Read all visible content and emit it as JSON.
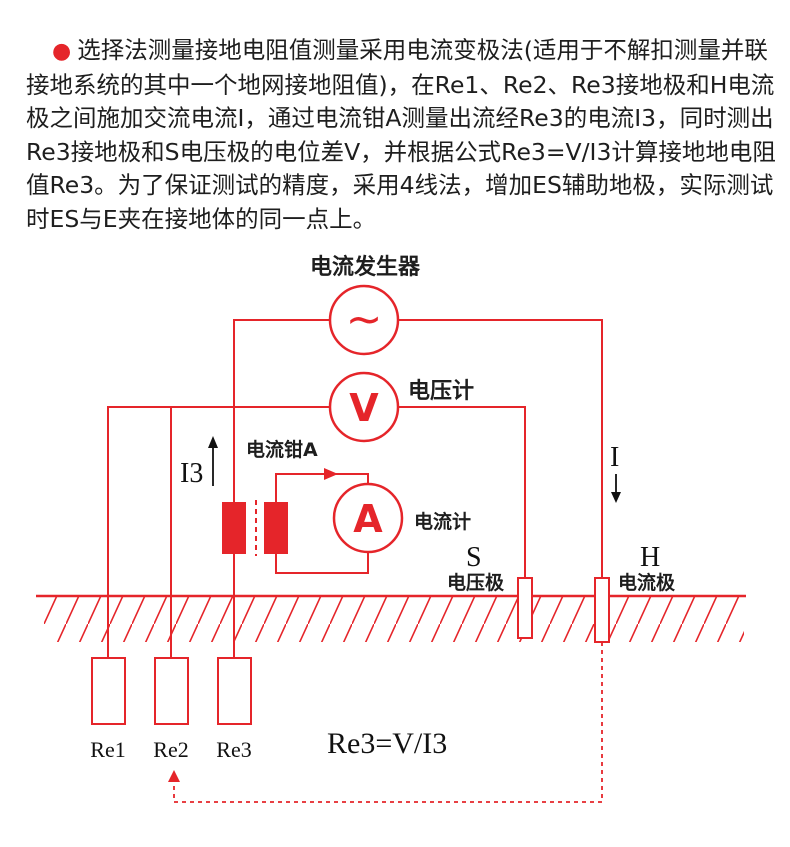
{
  "intro": {
    "bullet": "●",
    "text": "选择法测量接地电阻值测量采用电流变极法(适用于不解扣测量并联接地系统的其中一个地网接地阻值)，在Re1、Re2、Re3接地极和H电流极之间施加交流电流Ⅰ，通过电流钳A测量出流经Re3的电流I3，同时测出Re3接地极和S电压极的电位差V，并根据公式Re3=V/I3计算接地地电阻值Re3。为了保证测试的精度，采用4线法，增加ES辅助地极，实际测试时ES与E夹在接地体的同一点上。"
  },
  "diagram": {
    "generator_label": "电流发生器",
    "generator_symbol": "~",
    "voltmeter_symbol": "V",
    "voltmeter_label": "电压计",
    "clamp_label": "电流钳A",
    "ammeter_symbol": "A",
    "ammeter_label": "电流计",
    "i3_label": "I3",
    "current_label": "I",
    "s_letter": "S",
    "s_label": "电压极",
    "h_letter": "H",
    "h_label": "电流极",
    "electrodes": [
      "Re1",
      "Re2",
      "Re3"
    ],
    "formula": "Re3=V/I3",
    "colors": {
      "wire": "#e5252a",
      "text": "#1e1e1e",
      "clamp": "#e5252a"
    }
  }
}
